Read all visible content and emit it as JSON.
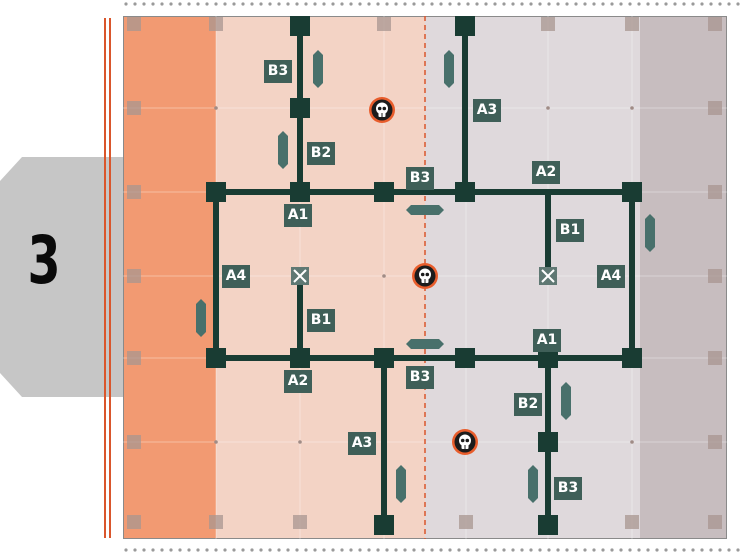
{
  "page_number": "3",
  "colors": {
    "wall": "#193c33",
    "label_bg": "#3f5f58",
    "zone_orange": "#f29a72",
    "zone_peach": "#f3d3c5",
    "zone_pink": "#f0d8d1",
    "zone_lavender": "#dfd9dc",
    "zone_gray": "#c7bdbf",
    "rail": "#d9562c",
    "skull_ring": "#e85d2c"
  },
  "icons": {
    "skull": "skull-icon",
    "crossed_box": "x-marker-icon",
    "door": "door-slab"
  },
  "labels": [
    "B3",
    "B2",
    "A3",
    "B3",
    "A2",
    "A1",
    "B1",
    "A4",
    "A4",
    "B1",
    "A1",
    "A2",
    "B3",
    "B2",
    "A3",
    "B3"
  ]
}
